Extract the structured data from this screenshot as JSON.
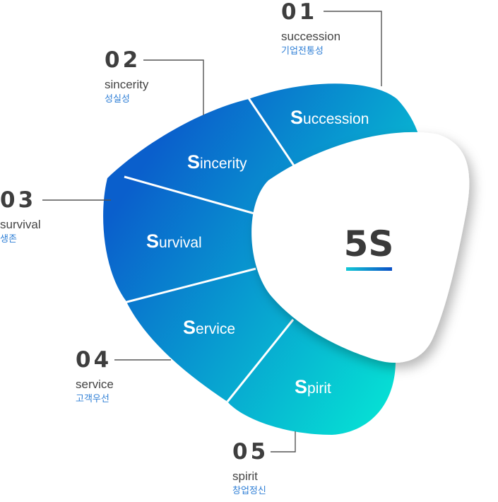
{
  "center": {
    "title": "5S"
  },
  "segments": [
    {
      "id": "succession",
      "cap": "S",
      "rest": "uccession"
    },
    {
      "id": "sincerity",
      "cap": "S",
      "rest": "incerity"
    },
    {
      "id": "survival",
      "cap": "S",
      "rest": "urvival"
    },
    {
      "id": "service",
      "cap": "S",
      "rest": "ervice"
    },
    {
      "id": "spirit",
      "cap": "S",
      "rest": "pirit"
    }
  ],
  "callouts": [
    {
      "num": "01",
      "en": "succession",
      "ko": "기업전통성"
    },
    {
      "num": "02",
      "en": "sincerity",
      "ko": "성실성"
    },
    {
      "num": "03",
      "en": "survival",
      "ko": "생존"
    },
    {
      "num": "04",
      "en": "service",
      "ko": "고객우선"
    },
    {
      "num": "05",
      "en": "spirit",
      "ko": "창업정신"
    }
  ],
  "colors": {
    "gradient_start": "#0a5fcc",
    "gradient_end": "#06e0d4",
    "accent_underline_start": "#12c8d6",
    "accent_underline_end": "#0a4fc6",
    "connector_line": "#555555"
  }
}
